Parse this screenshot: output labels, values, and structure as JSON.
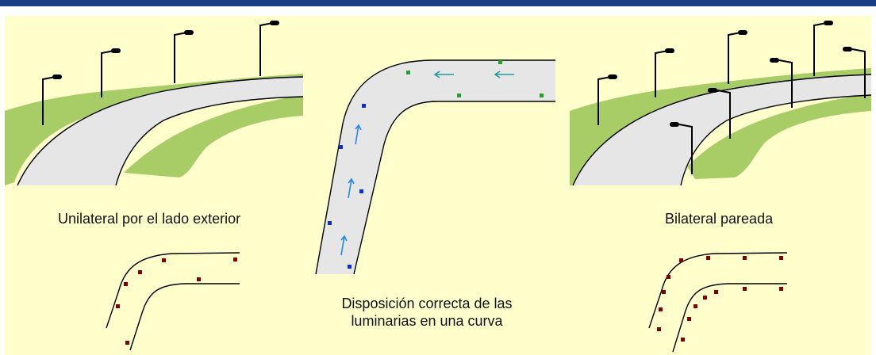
{
  "captions": {
    "left": "Unilateral por el lado exterior",
    "center_line1": "Disposición correcta de las",
    "center_line2": "luminarias en una curva",
    "right": "Bilateral pareada"
  },
  "colors": {
    "header_bar": "#1A3E86",
    "background": "#FFFFCC",
    "grass": "#A8CC66",
    "road": "#E6E6E6",
    "lamp_blue": "#0A2ECC",
    "lamp_green": "#22A030",
    "lamp_red": "#800000",
    "arrow_teal": "#229999",
    "arrow_blue": "#2288EE"
  },
  "icons": {
    "streetlight": "streetlight-icon",
    "arrow": "direction-arrow-icon"
  }
}
